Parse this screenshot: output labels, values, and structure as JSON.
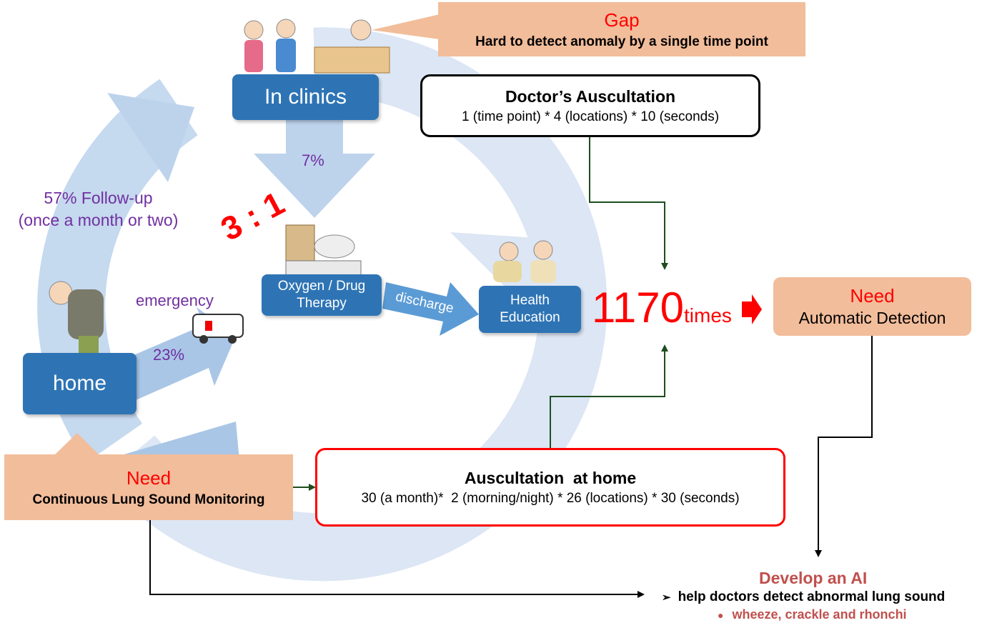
{
  "gap": {
    "title": "Gap",
    "text": "Hard to detect anomaly by a single time point"
  },
  "clinics": {
    "label": "In clinics"
  },
  "home": {
    "label": "home"
  },
  "therapy": {
    "line1": "Oxygen / Drug",
    "line2": "Therapy"
  },
  "health": {
    "line1": "Health",
    "line2": "Education"
  },
  "doctor": {
    "title": "Doctor’s Auscultation",
    "detail": "1 (time point) * 4 (locations) * 10 (seconds)"
  },
  "home_ausc": {
    "title": "Auscultation  at home",
    "detail": "30 (a month)*  2 (morning/night) * 26 (locations) * 30 (seconds)"
  },
  "labels": {
    "pct7": "7%",
    "followup1": "57% Follow-up",
    "followup2": "(once a month or two)",
    "emergency": "emergency",
    "pct23": "23%",
    "discharge": "discharge",
    "ratio": "3 : 1"
  },
  "times": {
    "number": "1170",
    "unit": "times"
  },
  "need_auto": {
    "title": "Need",
    "text": "Automatic Detection"
  },
  "need_cont": {
    "title": "Need",
    "text": "Continuous Lung Sound Monitoring"
  },
  "ai": {
    "title": "Develop an AI",
    "bullet1": "help doctors detect abnormal lung sound",
    "bullet2": "wheeze, crackle and rhonchi"
  },
  "colors": {
    "cycle_light": "#dce6f4",
    "cycle_mid": "#bdd3ec",
    "box_blue": "#2e74b5",
    "peach": "#f2bd9b",
    "connector": "#1e4d1e",
    "accent_red": "#ff0000",
    "purple": "#7030a0",
    "ai_red": "#c0504d"
  }
}
